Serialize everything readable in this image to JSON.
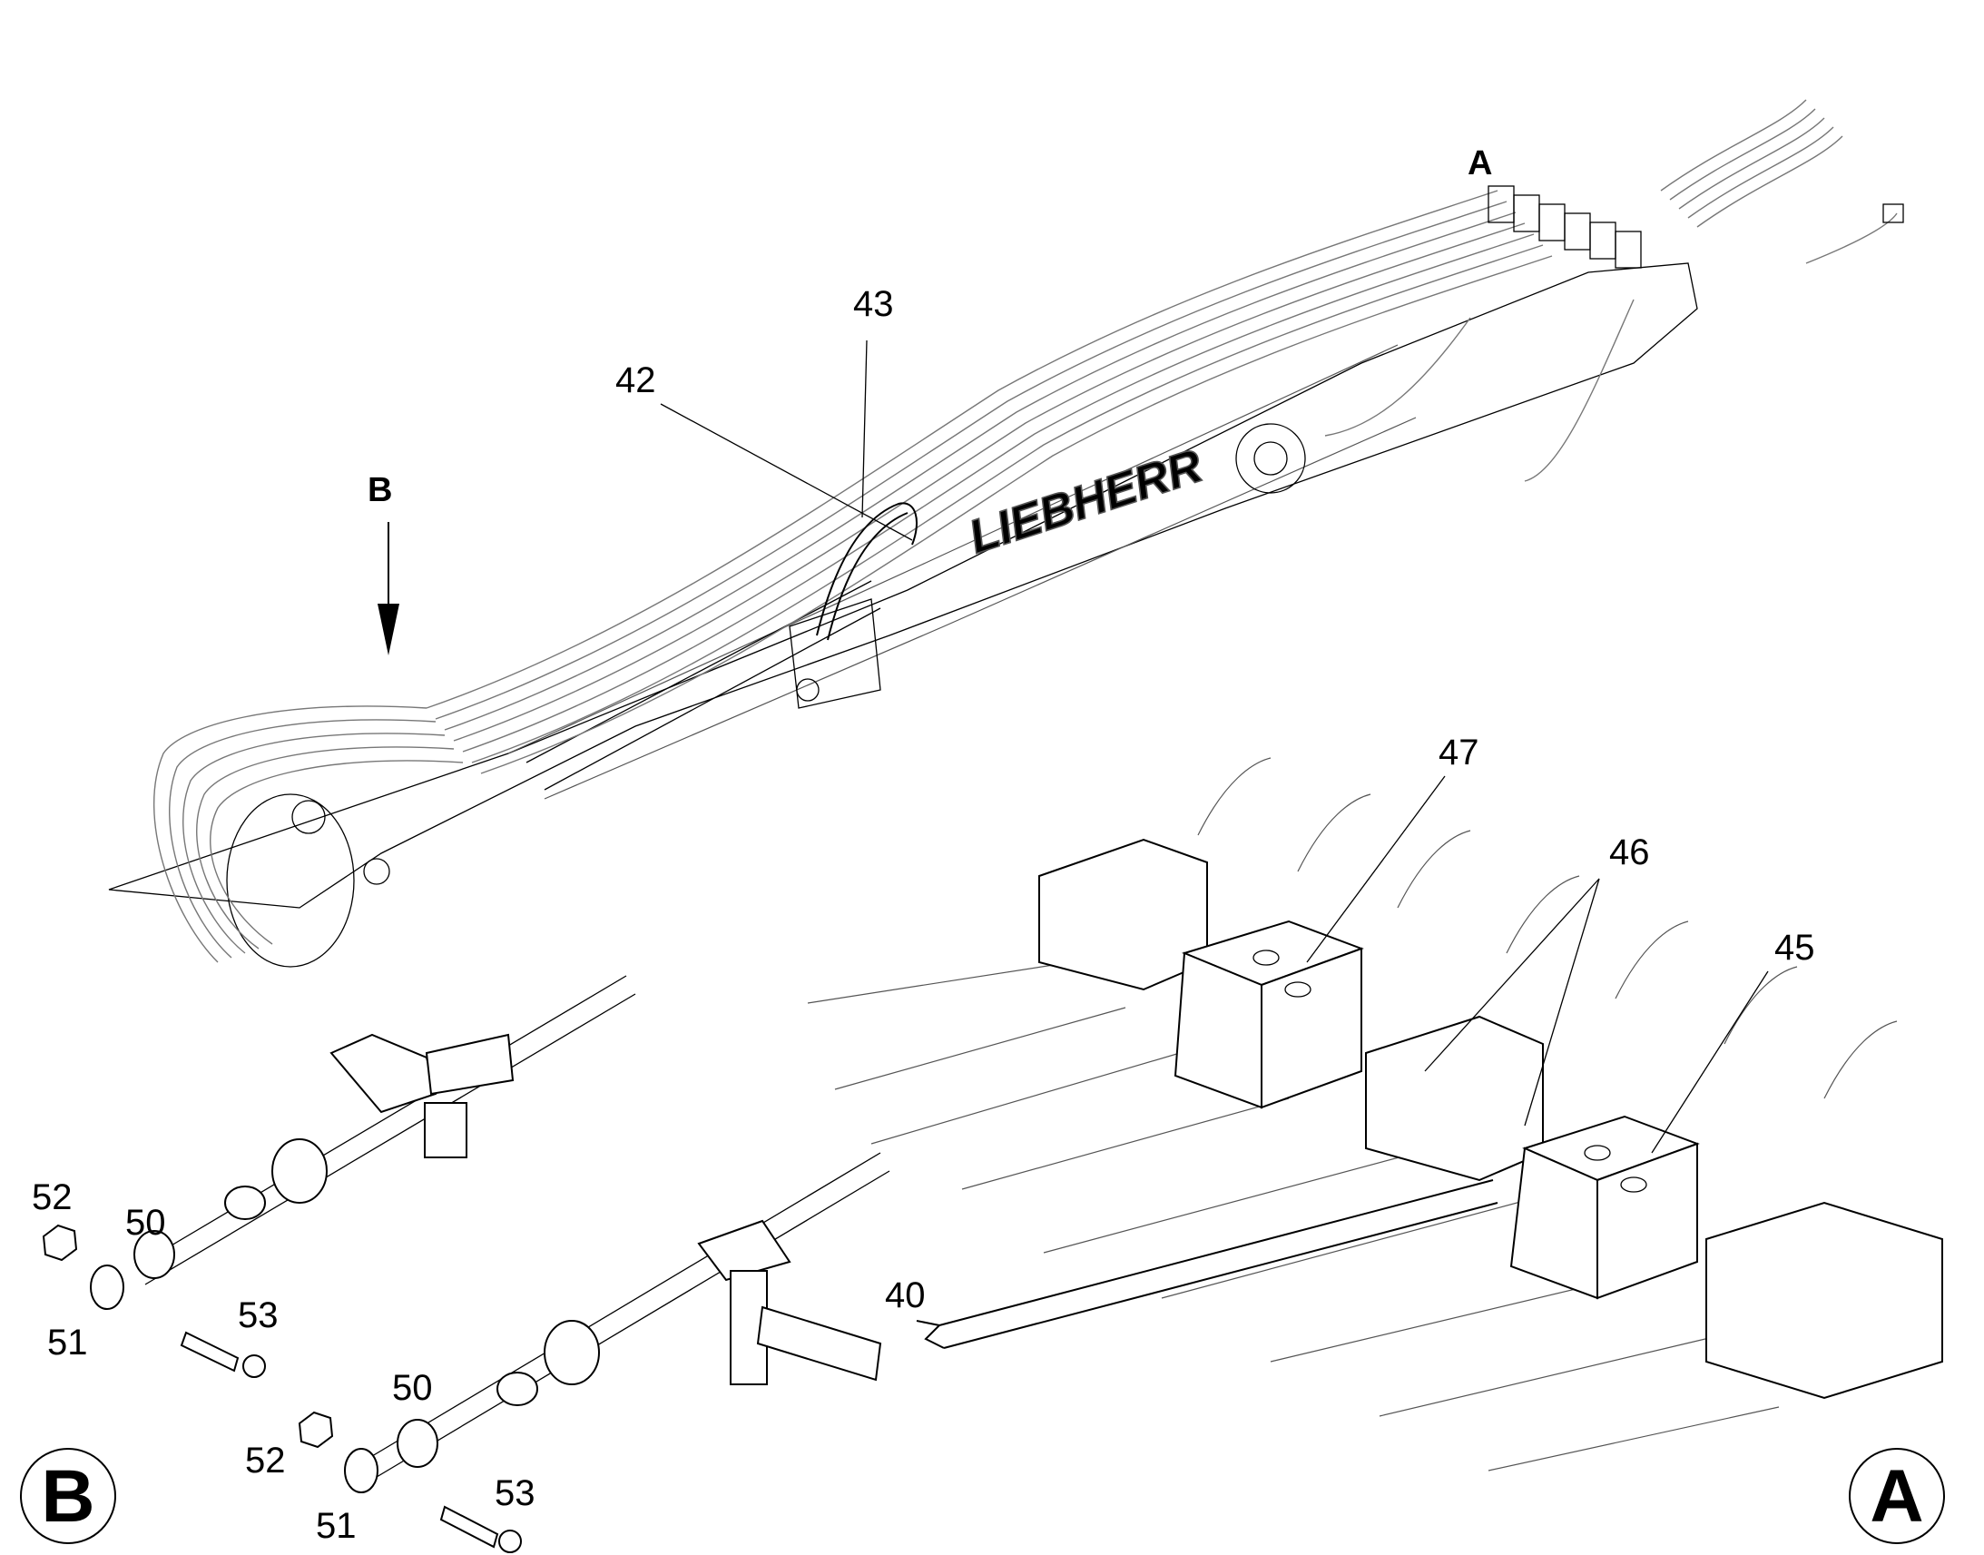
{
  "view_letters": {
    "a": "A",
    "b": "B"
  },
  "brand": "LIEBHERR",
  "callouts": {
    "c40": "40",
    "c42": "42",
    "c43": "43",
    "c45": "45",
    "c46": "46",
    "c47": "47",
    "c50_upper": "50",
    "c51_upper": "51",
    "c52_upper": "52",
    "c53_upper": "53",
    "c50_lower": "50",
    "c51_lower": "51",
    "c52_lower": "52",
    "c53_lower": "53"
  },
  "detail_badges": {
    "b": "B",
    "a": "A"
  }
}
